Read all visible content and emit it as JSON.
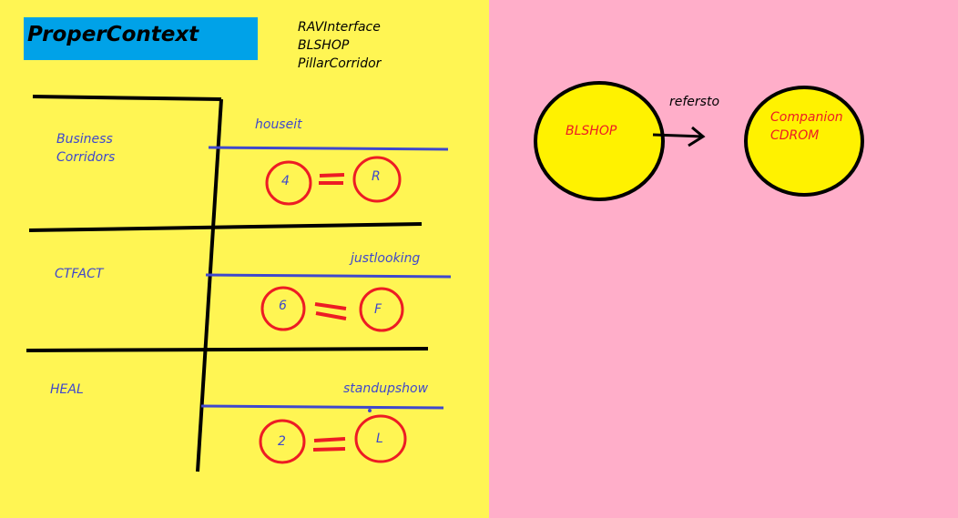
{
  "title": "ProperContext",
  "header_list": [
    "RAVInterface",
    "BLSHOP",
    "PillarCorridor"
  ],
  "rows": [
    {
      "label": [
        "Business",
        "Corridors"
      ],
      "name": "houseit",
      "left": "4",
      "right": "R"
    },
    {
      "label": [
        "CTFACT"
      ],
      "name": "justlooking",
      "left": "6",
      "right": "F"
    },
    {
      "label": [
        "HEAL"
      ],
      "name": "standupshow",
      "left": "2",
      "right": "L"
    }
  ],
  "relation": {
    "source": "BLSHOP",
    "label": "refersto",
    "target": [
      "Companion",
      "CDROM"
    ]
  },
  "colors": {
    "left_panel": "#fff553",
    "right_panel": "#ffaec9",
    "title_box": "#00a2e8",
    "blue_ink": "#3f48cc",
    "red_ink": "#ed1c24",
    "node_fill": "#fff200"
  }
}
